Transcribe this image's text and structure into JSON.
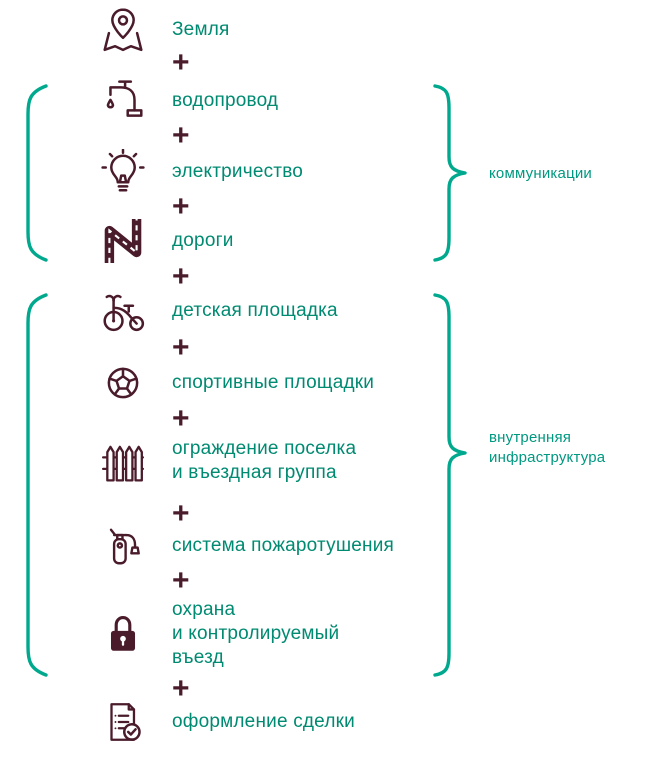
{
  "plus_sign": "+",
  "colors": {
    "icon": "#4a1b2b",
    "plus": "#4a1b2b",
    "label_text": "#008a71",
    "bracket": "#00a98e",
    "group_label_text": "#009880",
    "background": "#ffffff"
  },
  "items": [
    {
      "id": "land",
      "icon": "map-pin-icon",
      "label": "Земля"
    },
    {
      "id": "water",
      "icon": "faucet-icon",
      "label": "водопровод"
    },
    {
      "id": "electricity",
      "icon": "light-bulb-icon",
      "label": "электричество"
    },
    {
      "id": "roads",
      "icon": "road-icon",
      "label": "дороги"
    },
    {
      "id": "playground",
      "icon": "tricycle-icon",
      "label": "детская площадка"
    },
    {
      "id": "sports-grounds",
      "icon": "soccer-ball-icon",
      "label": "спортивные площадки"
    },
    {
      "id": "fencing",
      "icon": "fence-icon",
      "label": "ограждение поселка\nи въездная группа"
    },
    {
      "id": "fire-system",
      "icon": "fire-extinguisher-icon",
      "label": "система пожаротушения"
    },
    {
      "id": "security",
      "icon": "padlock-icon",
      "label": "охрана\nи контролируемый\nвъезд"
    },
    {
      "id": "deal",
      "icon": "document-check-icon",
      "label": "оформление сделки"
    }
  ],
  "groups": [
    {
      "label": "коммуникации",
      "span": {
        "from_item": 1,
        "to_item": 3
      }
    },
    {
      "label": "внутренняя\nинфраструктура",
      "span": {
        "from_item": 4,
        "to_item": 8
      }
    }
  ]
}
